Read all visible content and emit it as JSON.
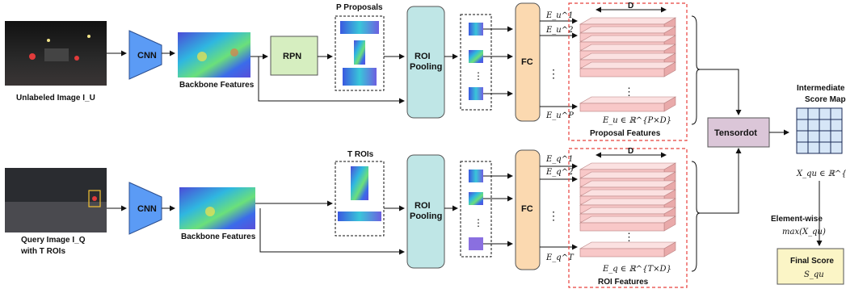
{
  "top": {
    "input_caption": "Unlabeled Image I_U",
    "cnn": "CNN",
    "backbone_caption": "Backbone Features",
    "rpn": "RPN",
    "proposals_title": "P Proposals",
    "roi_pooling_line1": "ROI",
    "roi_pooling_line2": "Pooling",
    "fc": "FC",
    "e_labels": [
      "E_u^1",
      "E_u^2",
      "E_u^P"
    ],
    "d_label": "D",
    "embed_formula": "E_u ∈ ℝ^{P×D}",
    "embed_caption": "Proposal Features"
  },
  "bottom": {
    "input_caption_line1": "Query Image I_Q",
    "input_caption_line2": "with T ROIs",
    "cnn": "CNN",
    "backbone_caption": "Backbone Features",
    "rois_title": "T ROIs",
    "roi_pooling_line1": "ROI",
    "roi_pooling_line2": "Pooling",
    "fc": "FC",
    "e_labels": [
      "E_q^1",
      "E_q^2",
      "E_q^T"
    ],
    "d_label": "D",
    "embed_formula": "E_q ∈ ℝ^{T×D}",
    "embed_caption": "ROI Features"
  },
  "tensordot": "Tensordot",
  "score_map": {
    "title_line1": "Intermediate",
    "title_line2": "Score Map",
    "formula": "X_qu ∈ ℝ^{T×P}"
  },
  "elementwise": {
    "line1": "Element-wise",
    "line2": "max(X_qu)"
  },
  "final_score": {
    "line1": "Final Score",
    "line2": "S_qu"
  },
  "colors": {
    "cnn": "#5b9bf5",
    "rpn": "#d6eec0",
    "roi_pooling": "#bfe6e6",
    "fc": "#fbd9b0",
    "tensordot": "#dbc6d8",
    "score_grid": "#d6e6f7",
    "final_score": "#fbf5c6",
    "embed_face": "#f8c8c8",
    "dashed_red": "#e8413c"
  }
}
